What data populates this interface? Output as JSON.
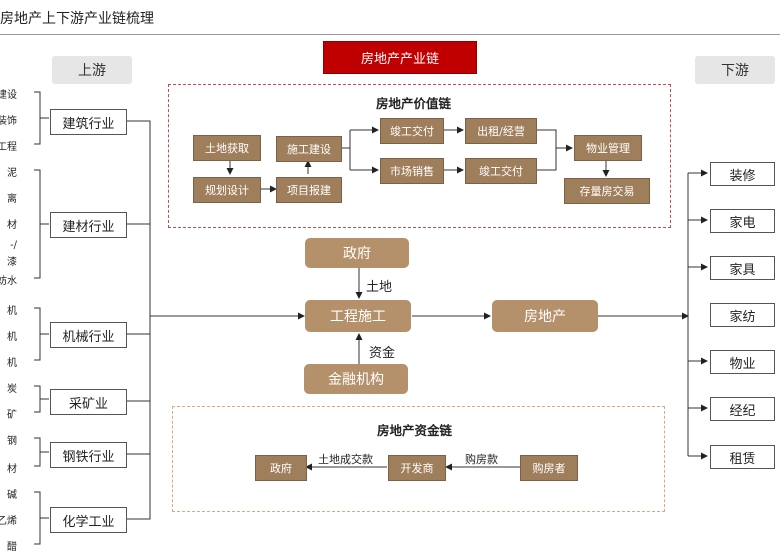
{
  "page_title": "房地产上下游产业链梳理",
  "banner": "房地产产业链",
  "upstream": {
    "header": "上游",
    "industries": [
      {
        "label": "建筑行业",
        "items": [
          "建设",
          "装饰",
          "工程"
        ]
      },
      {
        "label": "建材行业",
        "items": [
          "泥",
          "离",
          "材",
          "-/",
          "漆",
          "妨水"
        ]
      },
      {
        "label": "机械行业",
        "items": [
          "机",
          "机",
          "机"
        ]
      },
      {
        "label": "采矿业",
        "items": [
          "炭",
          "矿"
        ]
      },
      {
        "label": "钢铁行业",
        "items": [
          "钢",
          "材"
        ]
      },
      {
        "label": "化学工业",
        "items": [
          "碱",
          "乙烯",
          "醋"
        ]
      }
    ]
  },
  "downstream": {
    "header": "下游",
    "items": [
      "装修",
      "家电",
      "家具",
      "家纺",
      "物业",
      "经纪",
      "租赁"
    ]
  },
  "value_chain": {
    "title": "房地产价值链",
    "nodes": {
      "land": "土地获取",
      "plan": "规划设计",
      "approval": "项目报建",
      "build": "施工建设",
      "delivery_1": "竣工交付",
      "sales": "市场销售",
      "rent": "出租/经营",
      "delivery_2": "竣工交付",
      "property_mgmt": "物业管理",
      "existing": "存量房交易"
    }
  },
  "center": {
    "government": "政府",
    "construction": "工程施工",
    "finance": "金融机构",
    "real_estate": "房地产",
    "land_label": "土地",
    "capital_label": "资金"
  },
  "fund_chain": {
    "title": "房地产资金链",
    "government": "政府",
    "developer": "开发商",
    "buyer": "购房者",
    "land_fee_label": "土地成交款",
    "purchase_label": "购房款"
  }
}
